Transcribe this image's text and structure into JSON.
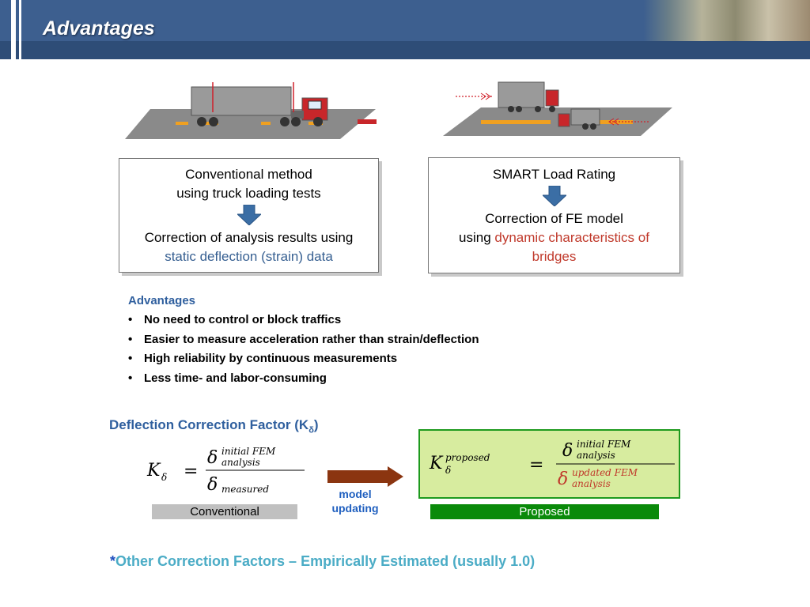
{
  "header": {
    "title": "Advantages"
  },
  "conventional_box": {
    "line1": "Conventional method",
    "line2": "using truck loading tests",
    "line3": "Correction of analysis results using",
    "line4": "static deflection (strain) data"
  },
  "smart_box": {
    "line1": "SMART Load Rating",
    "line2": "Correction of FE model",
    "line3_prefix": "using ",
    "line3_highlight": "dynamic characteristics of",
    "line4": "bridges"
  },
  "advantages": {
    "title": "Advantages",
    "items": [
      "No need to control or block traffics",
      "Easier to measure acceleration rather than strain/deflection",
      "High reliability by continuous measurements",
      "Less time- and labor-consuming"
    ]
  },
  "correction_factor": {
    "heading": "Deflection Correction Factor (K",
    "heading_sub": "δ",
    "heading_close": ")",
    "conventional_label": "Conventional",
    "proposed_label": "Proposed",
    "model_updating_line1": "model",
    "model_updating_line2": "updating",
    "conv_formula": {
      "K": "K",
      "sub": "δ",
      "eq": "=",
      "num_delta": "δ",
      "num_sup": "initial  FEM",
      "num_sub": "analysis",
      "den_delta": "δ",
      "den_sub": "measured"
    },
    "prop_formula": {
      "K": "K",
      "sup": "proposed",
      "sub": "δ",
      "eq": "=",
      "num_delta": "δ",
      "num_sup": "initial  FEM",
      "num_sub": "analysis",
      "den_delta": "δ",
      "den_sup": "updated  FEM",
      "den_sub": "analysis"
    }
  },
  "footnote": {
    "star": "*",
    "text": "Other Correction Factors – Empirically Estimated (usually 1.0)"
  },
  "colors": {
    "header": "#3d5f8f",
    "accent_blue": "#2f5f9e",
    "accent_red": "#c0392b",
    "proposed_green": "#0a8a0a",
    "footnote_teal": "#4bacc6"
  }
}
